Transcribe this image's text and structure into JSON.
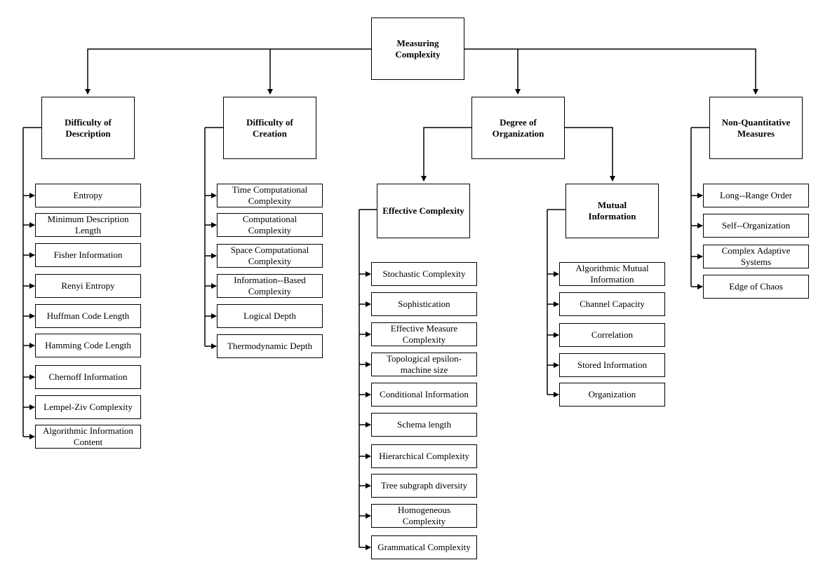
{
  "root": {
    "label_lines": [
      "Measuring",
      "Complexity"
    ]
  },
  "categories": {
    "description": {
      "label_lines": [
        "Difficulty of",
        "Description"
      ],
      "items": [
        [
          "Entropy"
        ],
        [
          "Minimum Description",
          "Length"
        ],
        [
          "Fisher Information"
        ],
        [
          "Renyi Entropy"
        ],
        [
          "Huffman Code Length"
        ],
        [
          "Hamming Code Length"
        ],
        [
          "Chernoff Information"
        ],
        [
          "Lempel-Ziv Complexity"
        ],
        [
          "Algorithmic Information",
          "Content"
        ]
      ]
    },
    "creation": {
      "label_lines": [
        "Difficulty of",
        "Creation"
      ],
      "items": [
        [
          "Time Computational",
          "Complexity"
        ],
        [
          "Computational",
          "Complexity"
        ],
        [
          "Space Computational",
          "Complexity"
        ],
        [
          "Information--Based",
          "Complexity"
        ],
        [
          "Logical Depth"
        ],
        [
          "Thermodynamic Depth"
        ]
      ]
    },
    "organization": {
      "label_lines": [
        "Degree of",
        "Organization"
      ]
    },
    "nonquant": {
      "label_lines": [
        "Non-Quantitative",
        "Measures"
      ],
      "items": [
        [
          "Long--Range Order"
        ],
        [
          "Self--Organization"
        ],
        [
          "Complex Adaptive",
          "Systems"
        ],
        [
          "Edge of Chaos"
        ]
      ]
    }
  },
  "subcategories": {
    "effective": {
      "label_lines": [
        "Effective Complexity"
      ],
      "items": [
        [
          "Stochastic Complexity"
        ],
        [
          "Sophistication"
        ],
        [
          "Effective Measure",
          "Complexity"
        ],
        [
          "Topological epsilon-",
          "machine size"
        ],
        [
          "Conditional Information"
        ],
        [
          "Schema length"
        ],
        [
          "Hierarchical Complexity"
        ],
        [
          "Tree subgraph diversity"
        ],
        [
          "Homogeneous",
          "Complexity"
        ],
        [
          "Grammatical Complexity"
        ]
      ]
    },
    "mutual": {
      "label_lines": [
        "Mutual",
        "Information"
      ],
      "items": [
        [
          "Algorithmic Mutual",
          "Information"
        ],
        [
          "Channel Capacity"
        ],
        [
          "Correlation"
        ],
        [
          "Stored Information"
        ],
        [
          "Organization"
        ]
      ]
    }
  }
}
